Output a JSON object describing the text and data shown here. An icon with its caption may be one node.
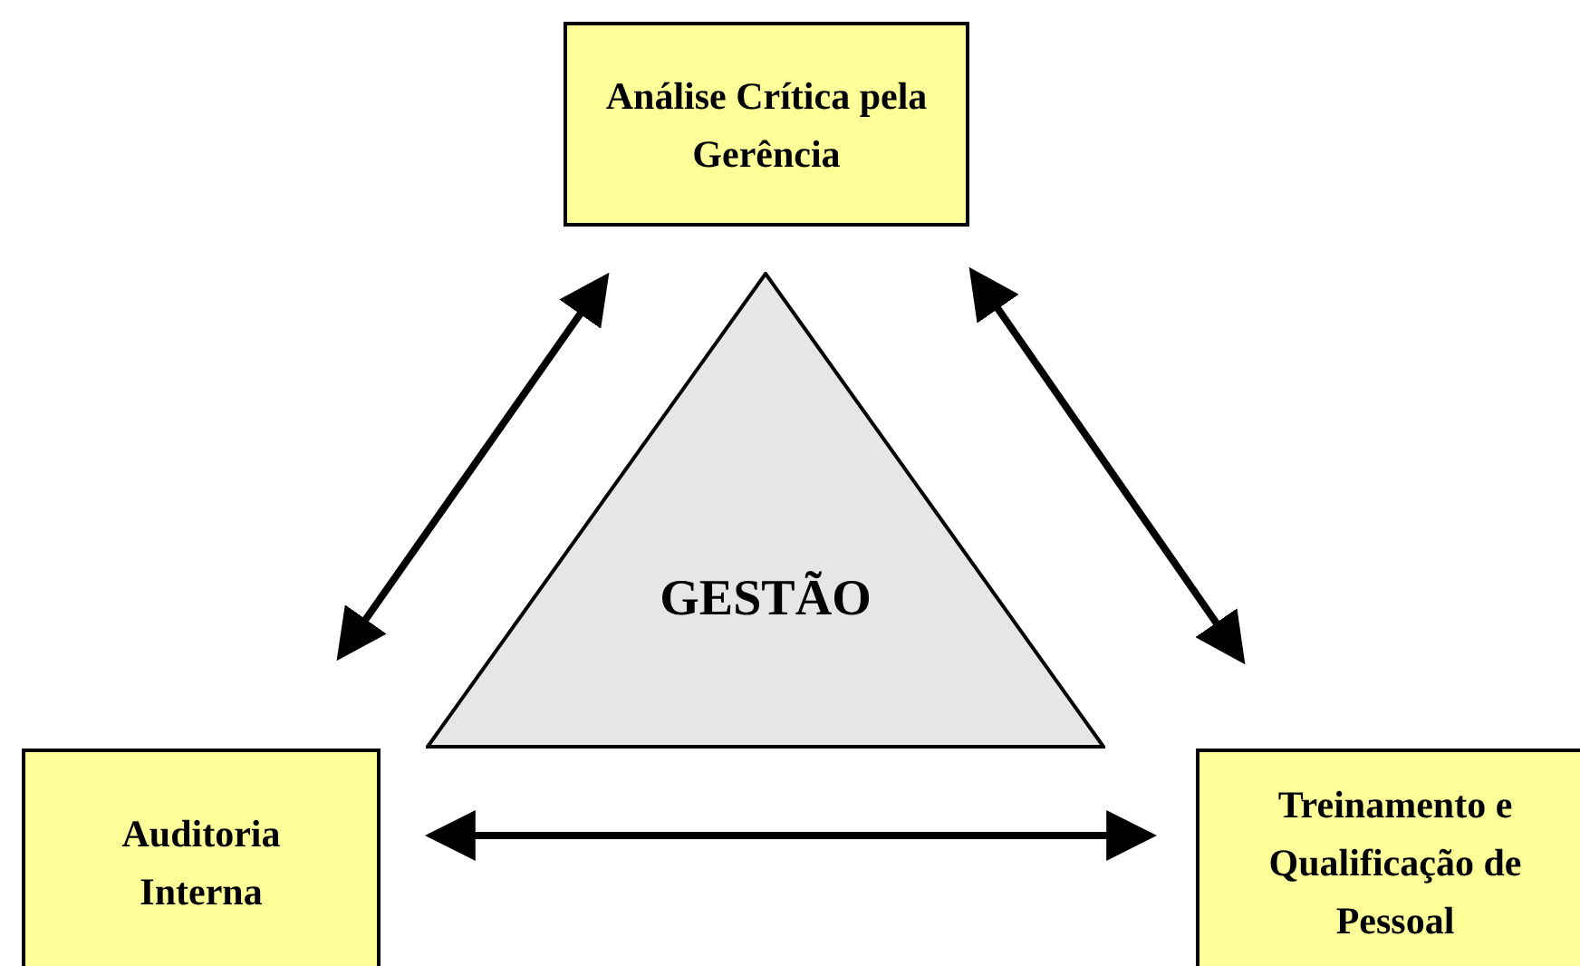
{
  "diagram": {
    "nodes": [
      {
        "text": [
          "Análise Crítica pela Gerência"
        ]
      },
      {
        "text": [
          "GESTÃO"
        ]
      },
      {
        "text": [
          "Auditoria Interna"
        ]
      },
      {
        "text": [
          "Treinamento e Qualificação de Pessoal"
        ]
      }
    ],
    "edges": [
      {
        "from": 0,
        "to": 2,
        "arrow": "both"
      },
      {
        "from": 0,
        "to": 3,
        "arrow": "both"
      },
      {
        "from": 2,
        "to": 3,
        "arrow": "both"
      }
    ]
  }
}
